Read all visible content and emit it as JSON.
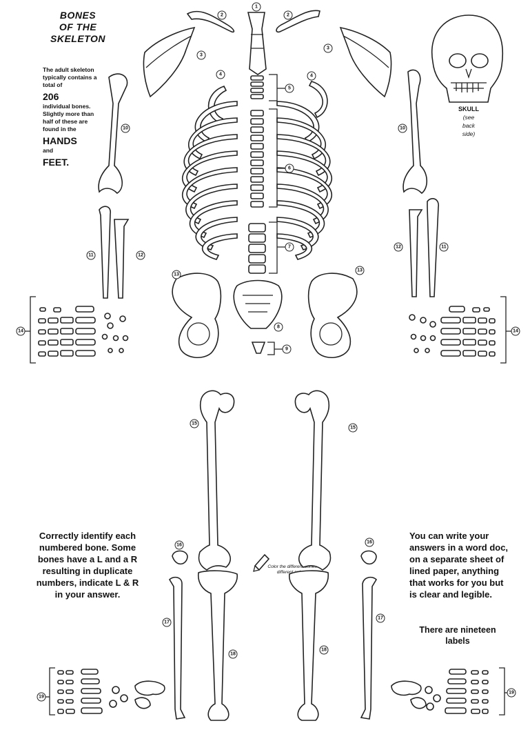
{
  "title_lines": [
    "BONES",
    "OF THE",
    "SKELETON"
  ],
  "intro": {
    "before": "The adult skeleton typically contains a total of",
    "count": "206",
    "middle": "individual bones. Slightly more than half of these are found in the",
    "hands": "HANDS",
    "and": "and",
    "feet": "FEET."
  },
  "skull_note": {
    "title": "SKULL",
    "line1": "(see",
    "line2": "back",
    "line3": "side)"
  },
  "instructions": "Correctly identify each numbered bone. Some bones have a L and a R resulting in duplicate numbers, indicate L & R in your answer.",
  "write_note": "You can write your answers in a word doc, on a separate sheet of lined paper, anything that works for you but is clear and legible.",
  "label_count_note": "There are nineteen labels",
  "color_note": "Color the different bones different colors.",
  "labels": [
    "1",
    "2",
    "2",
    "3",
    "3",
    "4",
    "4",
    "5",
    "6",
    "7",
    "8",
    "9",
    "10",
    "10",
    "11",
    "11",
    "12",
    "12",
    "13",
    "13",
    "14",
    "14",
    "15",
    "15",
    "16",
    "16",
    "17",
    "17",
    "18",
    "18",
    "19",
    "19"
  ]
}
